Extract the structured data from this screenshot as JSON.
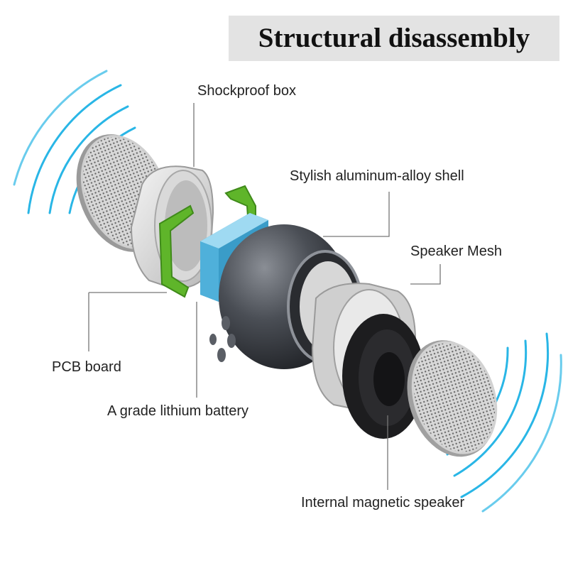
{
  "title": "Structural disassembly",
  "labels": {
    "shockproof_box": "Shockproof box",
    "aluminum_shell": "Stylish aluminum-alloy shell",
    "speaker_mesh": "Speaker Mesh",
    "pcb_board": "PCB board",
    "lithium_battery": "A grade lithium battery",
    "magnetic_speaker": "Internal magnetic speaker"
  },
  "colors": {
    "sound_waves": "#29b6e6",
    "pcb": "#5fb52a",
    "battery": "#5ab6dd",
    "shell": "#3a3d42",
    "title_bg": "#e3e3e3"
  }
}
